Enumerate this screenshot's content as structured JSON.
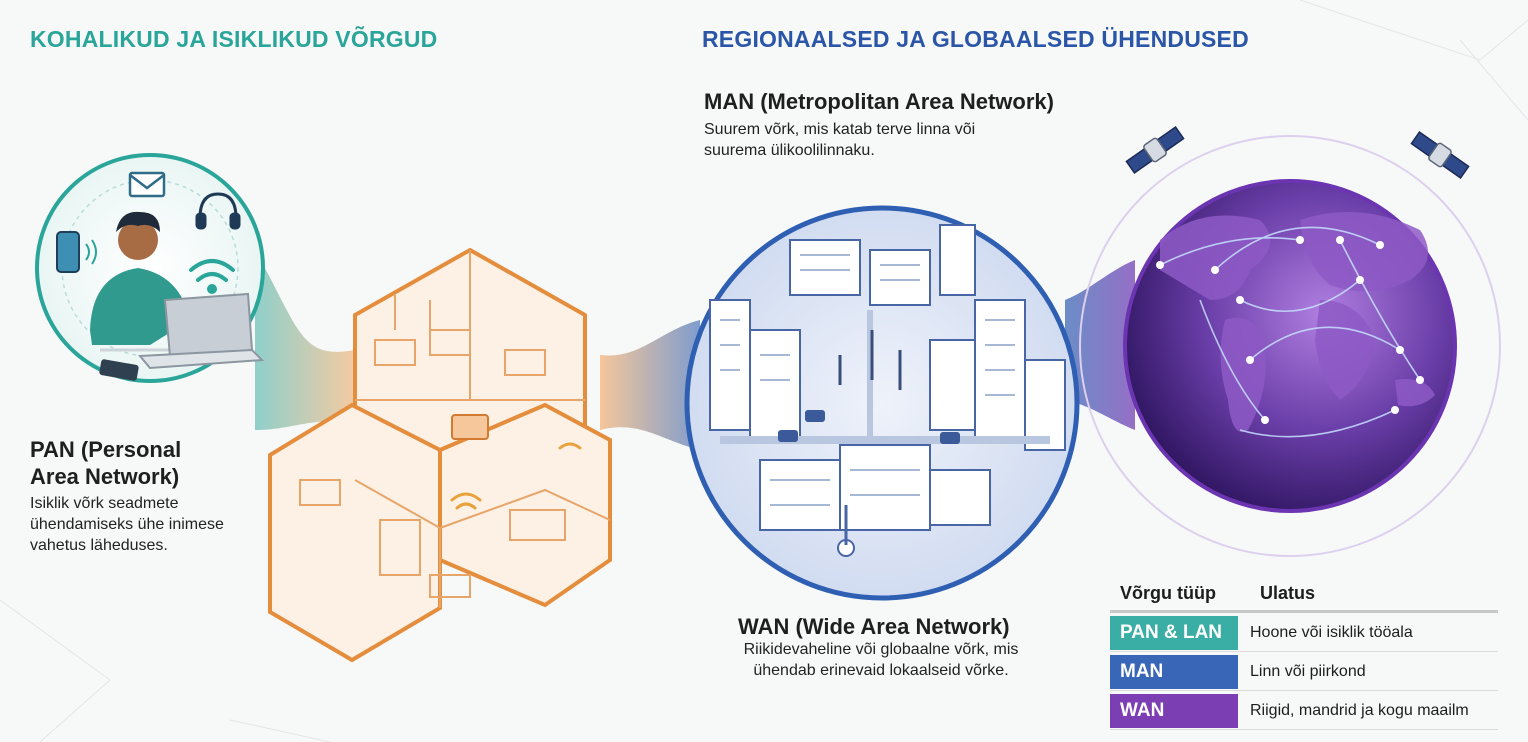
{
  "headers": {
    "left": "KOHALIKUD JA ISIKLIKUD VÕRGUD",
    "right": "REGIONAALSED JA GLOBAALSED ÜHENDUSED"
  },
  "pan": {
    "title": "PAN (Personal Area Network)",
    "desc": "Isiklik võrk seadmete ühendamiseks ühe inimese vahetus läheduses."
  },
  "man": {
    "title": "MAN (Metropolitan Area Network)",
    "desc": "Suurem võrk, mis katab terve linna või suurema ülikoolilinnaku."
  },
  "wan": {
    "title": "WAN (Wide Area Network)",
    "desc": "Riikidevaheline või globaalne võrk, mis ühendab erinevaid lokaalseid võrke."
  },
  "legend": {
    "col_type": "Võrgu tüüp",
    "col_scope": "Ulatus",
    "rows": [
      {
        "type": "PAN & LAN",
        "scope": "Hoone või isiklik tööala",
        "color": "#3aaea4"
      },
      {
        "type": "MAN",
        "scope": "Linn või piirkond",
        "color": "#3a66b8"
      },
      {
        "type": "WAN",
        "scope": "Riigid, mandrid ja kogu maailm",
        "color": "#7b3fb3"
      }
    ]
  },
  "icons": [
    "envelope-icon",
    "headphones-icon",
    "smartphone-icon",
    "wifi-icon",
    "laptop-icon",
    "satellite-icon",
    "globe-icon"
  ],
  "colors": {
    "pan": "#3aaea4",
    "lan": "#e99a4e",
    "man": "#3a66b8",
    "wan": "#7b3fb3"
  }
}
